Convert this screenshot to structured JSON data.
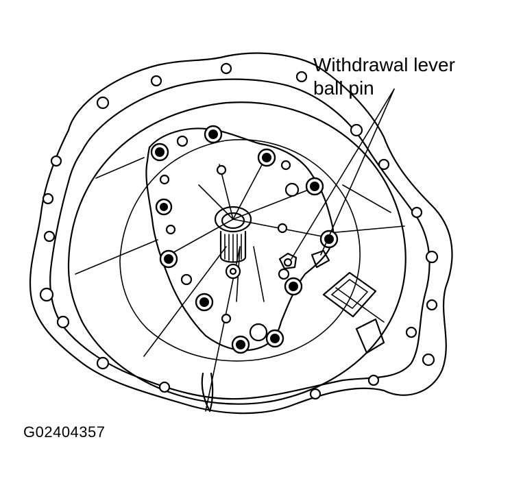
{
  "figure": {
    "callout_line1": "Withdrawal lever",
    "callout_line2": "ball pin",
    "figure_id": "G02404357"
  },
  "colors": {
    "ink": "#000000",
    "paper": "#ffffff"
  }
}
